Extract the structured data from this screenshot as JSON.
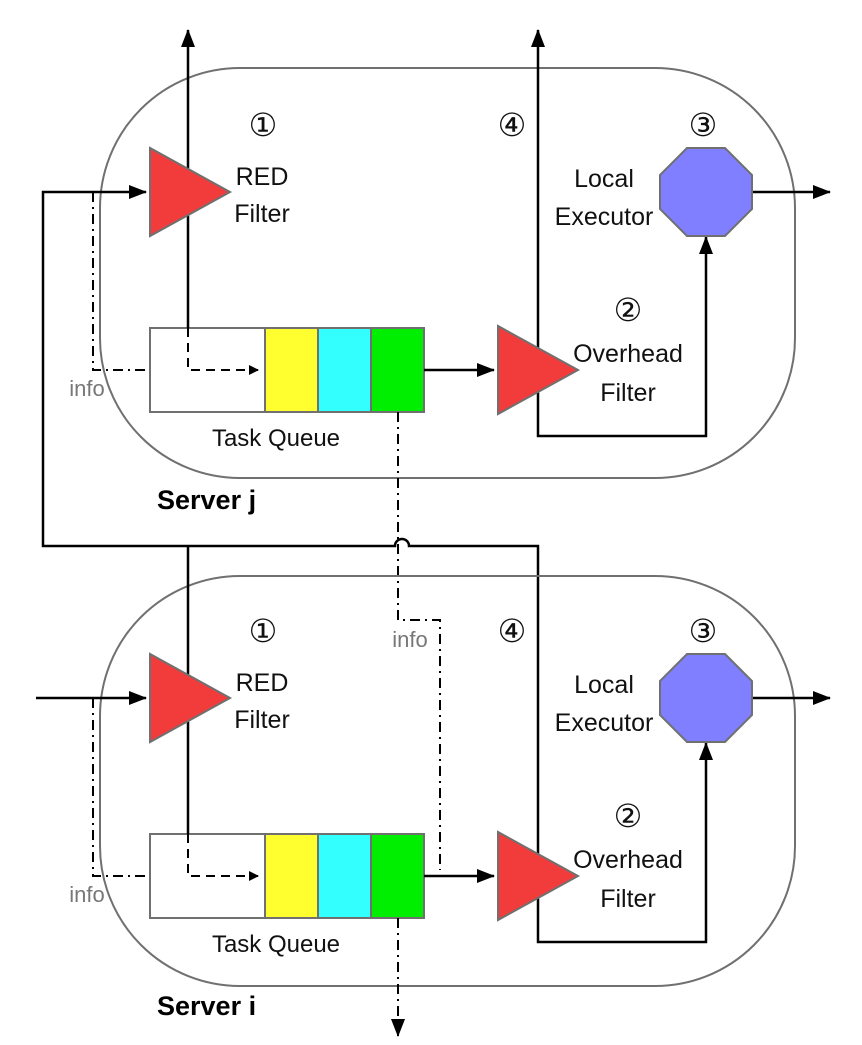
{
  "colors": {
    "filter": "#f23c3c",
    "executor": "#7f7fff",
    "queue_slot_1": "#ffff2f",
    "queue_slot_2": "#33ffff",
    "queue_slot_3": "#00ee00",
    "server_outline": "#707070"
  },
  "servers": [
    {
      "name": "Server j",
      "marker_1": "①",
      "red_filter": [
        "RED",
        "Filter"
      ],
      "marker_4": "④",
      "marker_3": "③",
      "local_executor": [
        "Local",
        "Executor"
      ],
      "marker_2": "②",
      "overhead_filter": [
        "Overhead",
        "Filter"
      ],
      "task_queue": "Task Queue",
      "info": "info"
    },
    {
      "name": "Server i",
      "marker_1": "①",
      "red_filter": [
        "RED",
        "Filter"
      ],
      "marker_4": "④",
      "marker_3": "③",
      "local_executor": [
        "Local",
        "Executor"
      ],
      "marker_2": "②",
      "overhead_filter": [
        "Overhead",
        "Filter"
      ],
      "task_queue": "Task Queue",
      "info": "info"
    }
  ],
  "cross_info": "info"
}
